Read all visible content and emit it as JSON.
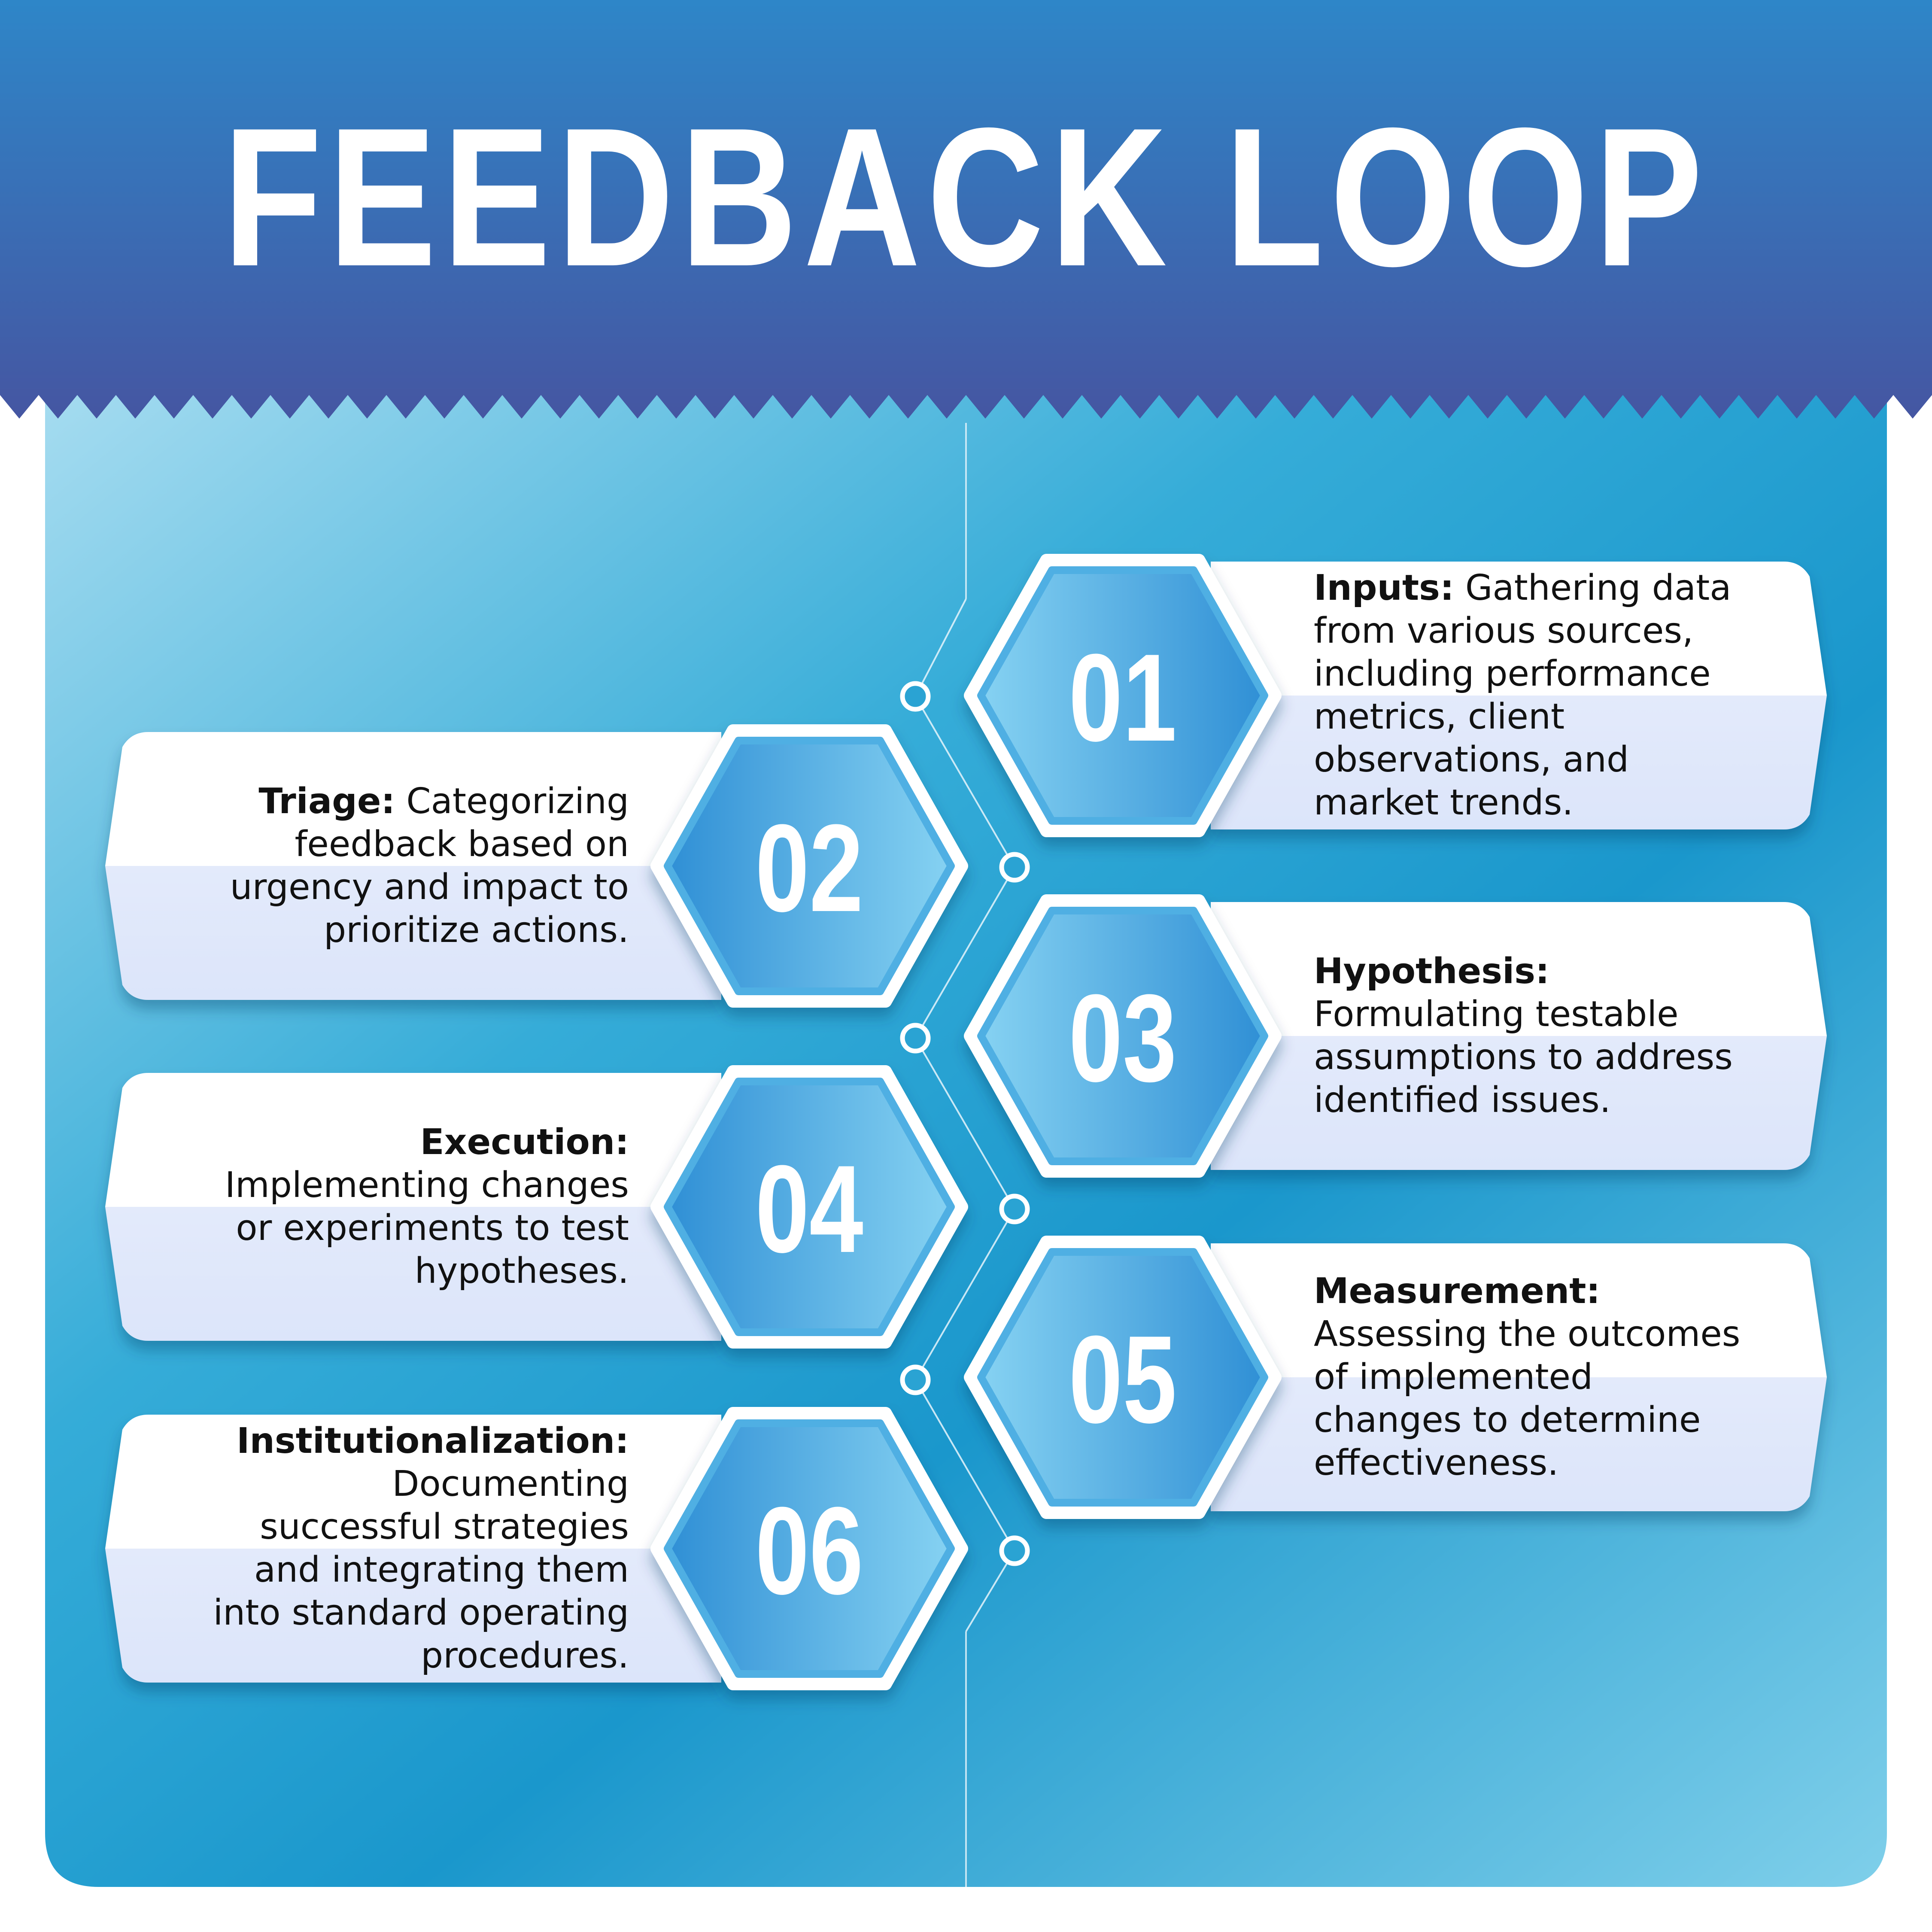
{
  "title": "FEEDBACK LOOP",
  "steps": [
    {
      "number": "01",
      "label": "Inputs:",
      "text": "Gathering data from various sources, including performance metrics, client observations, and market trends.",
      "side": "right"
    },
    {
      "number": "02",
      "label": "Triage:",
      "text": "Categorizing feedback based on urgency and impact to prioritize actions.",
      "side": "left"
    },
    {
      "number": "03",
      "label": "Hypothesis:",
      "text": "Formulating testable assumptions to address identified issues.",
      "side": "right"
    },
    {
      "number": "04",
      "label": "Execution:",
      "text": "Implementing changes or experiments to test hypotheses.",
      "side": "left"
    },
    {
      "number": "05",
      "label": "Measurement:",
      "text": "Assessing the outcomes of implemented changes to determine effectiveness.",
      "side": "right"
    },
    {
      "number": "06",
      "label": "Institutionalization:",
      "text": "Documenting successful strategies and integrating them into standard operating procedures.",
      "side": "left"
    }
  ],
  "colors": {
    "header_top": "#2E86C8",
    "header_bottom": "#4556A2",
    "panel_light": "#9ED8EE",
    "panel_mid": "#2AA3D3",
    "panel_dark": "#0A86BE",
    "hex_light": "#7DCCF0",
    "hex_dark": "#2E8FD4",
    "card": "#FFFFFF",
    "card_tint": "#DDE6FB"
  }
}
